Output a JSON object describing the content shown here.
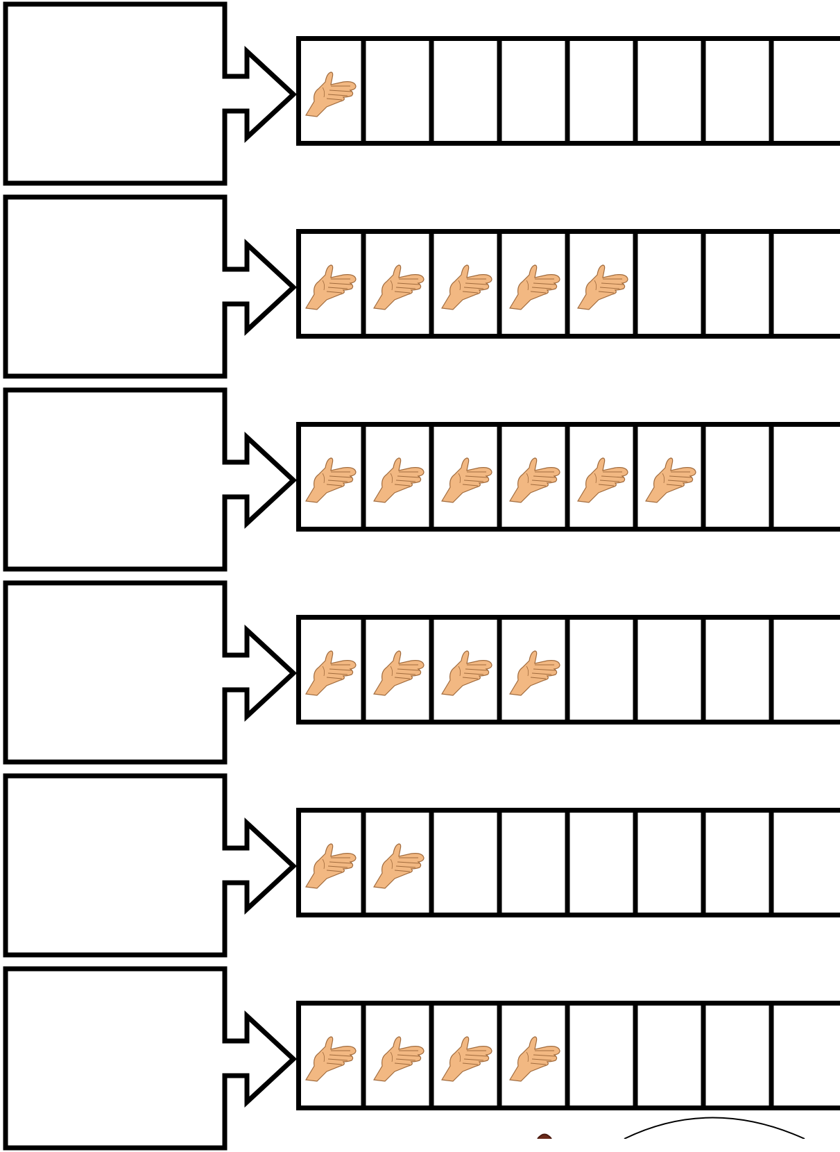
{
  "worksheet": {
    "rows": [
      {
        "filled": 1,
        "total": 8
      },
      {
        "filled": 5,
        "total": 8
      },
      {
        "filled": 6,
        "total": 8
      },
      {
        "filled": 4,
        "total": 8
      },
      {
        "filled": 2,
        "total": 8
      },
      {
        "filled": 4,
        "total": 8
      }
    ],
    "counter_icon": "hand-icon",
    "colors": {
      "line": "#000000",
      "skin": "#f2b882",
      "skin_outline": "#a06a3c"
    }
  }
}
